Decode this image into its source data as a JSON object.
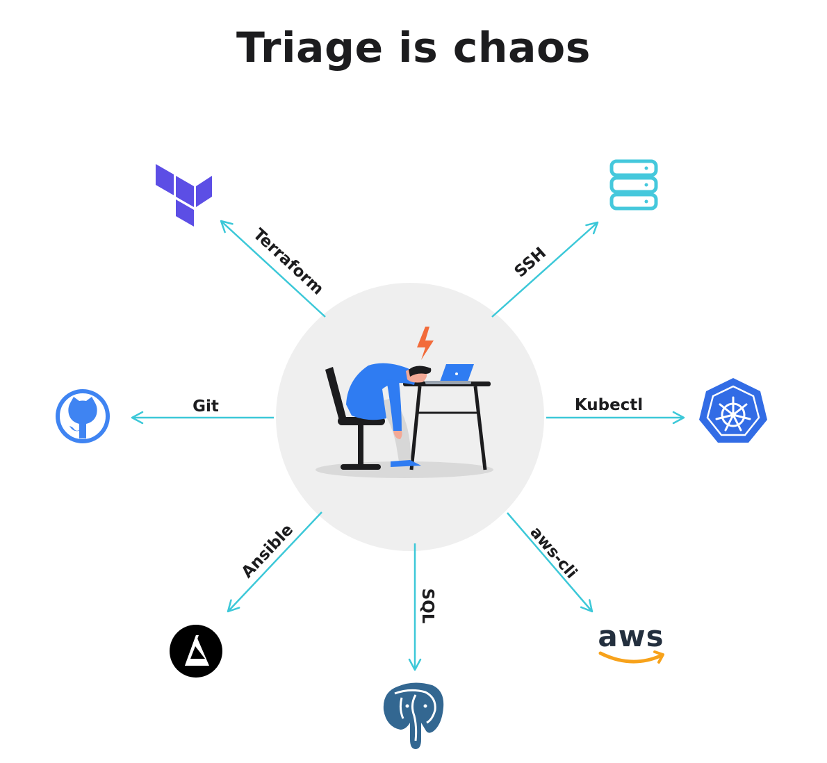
{
  "title": "Triage is chaos",
  "edges": {
    "terraform": "Terraform",
    "ssh": "SSH",
    "git": "Git",
    "kubectl": "Kubectl",
    "ansible": "Ansible",
    "sql": "SQL",
    "awscli": "aws-cli"
  },
  "logos": {
    "aws": "aws"
  },
  "colors": {
    "arrow": "#3cc8d8",
    "terraform": "#5c4ee5",
    "server": "#45c8dc",
    "github": "#3f84f2",
    "kubernetes": "#326ce5",
    "ansible": "#000000",
    "postgres": "#336791",
    "aws_smile": "#f7a21b",
    "person": "#2f7cf2",
    "spark": "#f26b3a"
  },
  "icons": [
    "terraform-icon",
    "server-icon",
    "github-icon",
    "kubernetes-icon",
    "ansible-icon",
    "postgresql-icon",
    "aws-icon",
    "tired-developer-illustration"
  ]
}
